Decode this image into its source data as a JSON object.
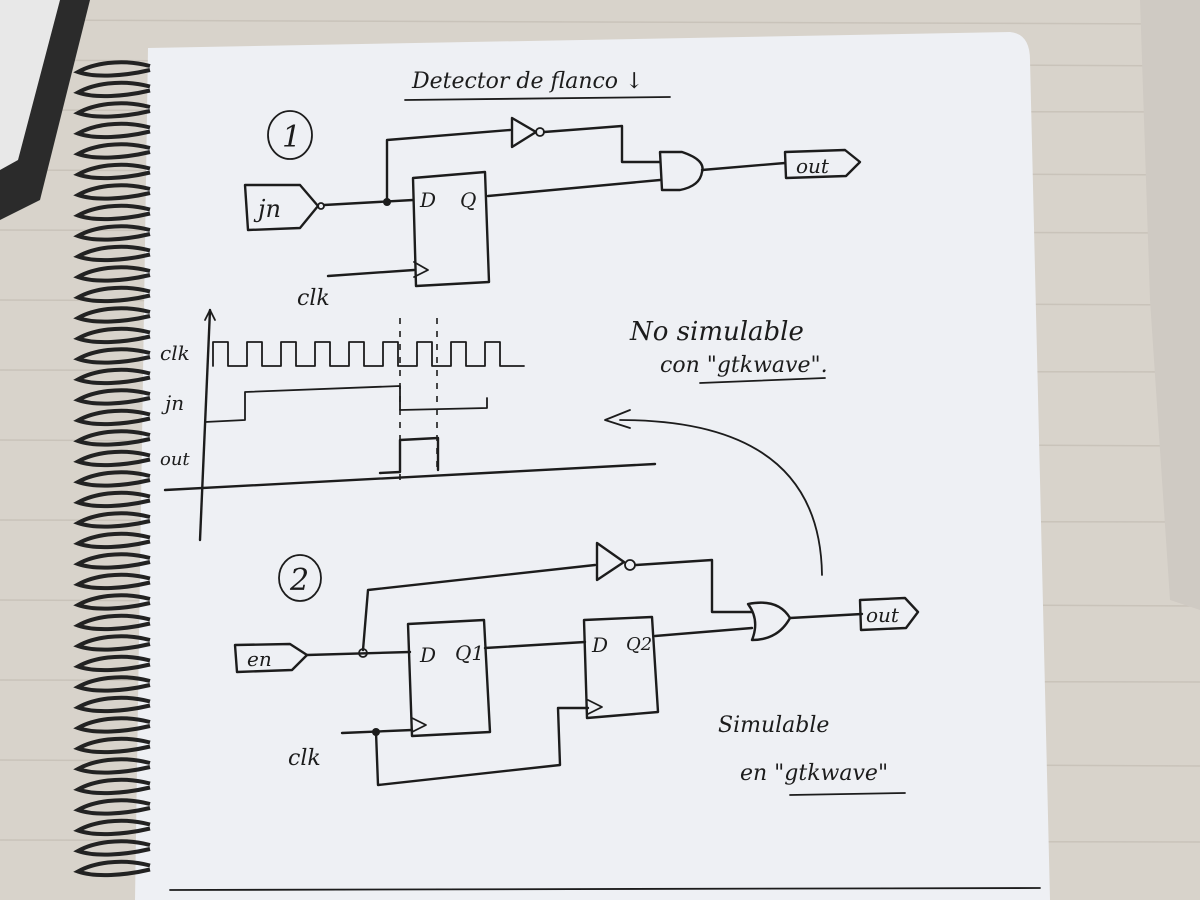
{
  "title": "Detector de flanco ↓",
  "circuit1": {
    "number": "1",
    "input_label": "jn",
    "clock_label": "clk",
    "ff": {
      "d": "D",
      "q": "Q"
    },
    "output_label": "out"
  },
  "timing": {
    "signals": [
      "clk",
      "jn",
      "out"
    ]
  },
  "note1": {
    "line1": "No simulable",
    "line2": "con \"gtkwave\"."
  },
  "circuit2": {
    "number": "2",
    "input_label": "en",
    "clock_label": "clk",
    "ff1": {
      "d": "D",
      "q": "Q1"
    },
    "ff2": {
      "d": "D",
      "q": "Q2"
    },
    "output_label": "out"
  },
  "note2": {
    "line1": "Simulable",
    "line2": "en \"gtkwave\""
  },
  "colors": {
    "paper": "#eef0f4",
    "ink": "#1c1c1c",
    "desk": "#d9d4cc",
    "spiral": "#222222"
  }
}
